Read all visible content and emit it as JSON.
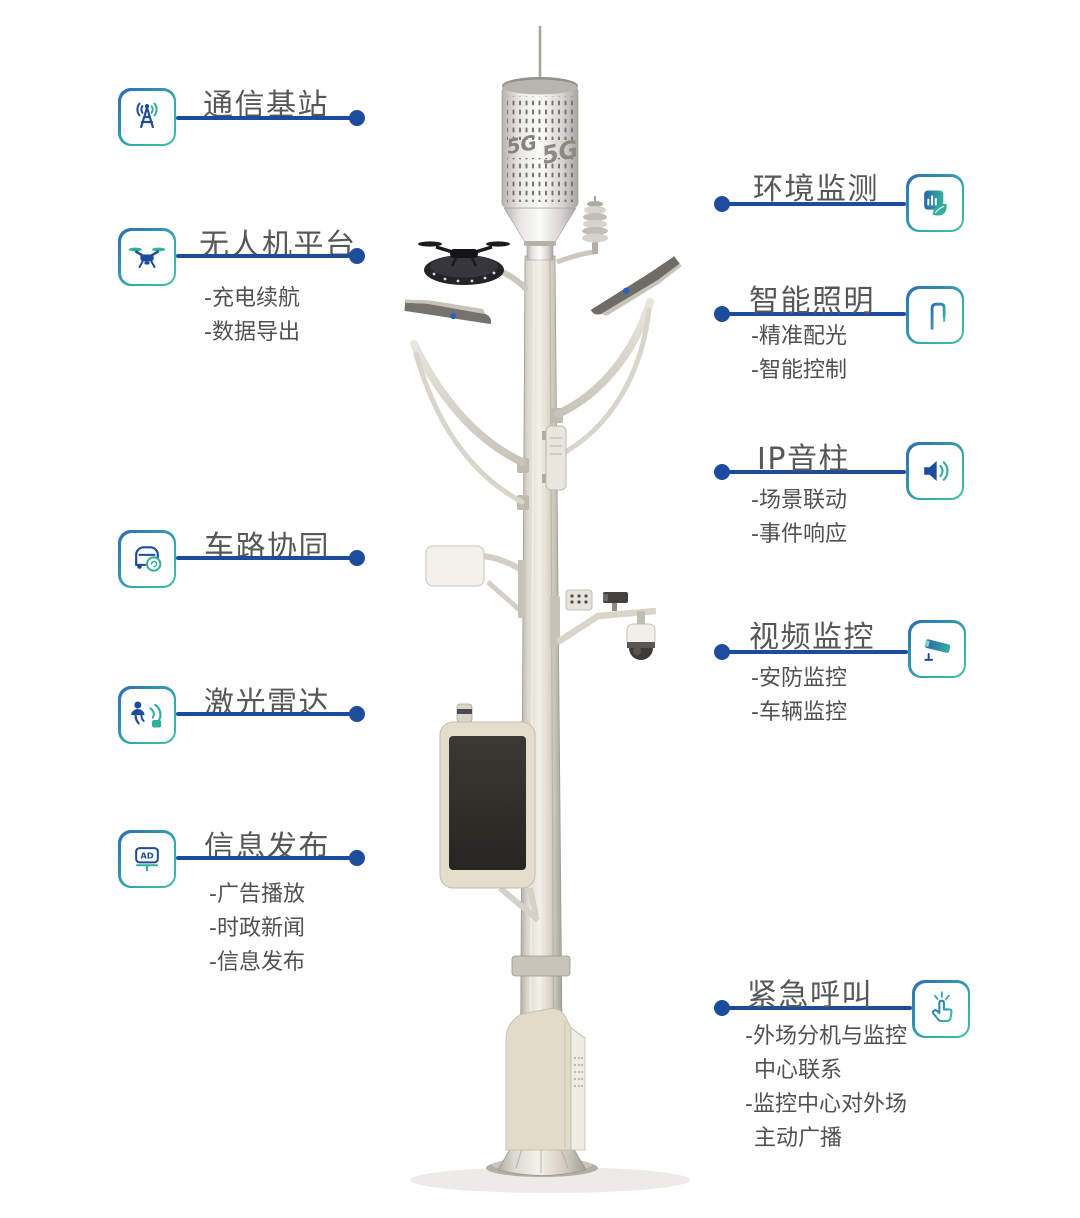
{
  "colors": {
    "connector_blue": "#1e4c9c",
    "icon_blue": "#1e4c9c",
    "icon_teal": "#2fae9b",
    "box_gradient_start": "#2e6cb5",
    "box_gradient_end": "#3ec0a5",
    "title_gray": "#57575a",
    "sub_gray": "#515154"
  },
  "pole": {
    "logo_5g": "5G"
  },
  "icons": {
    "ad_label": "AD"
  },
  "features": {
    "left": [
      {
        "title": "通信基站",
        "icon": "comm-base-station-icon",
        "subs": []
      },
      {
        "title": "无人机平台",
        "icon": "drone-icon",
        "subs": [
          "-充电续航",
          "-数据导出"
        ]
      },
      {
        "title": "车路协同",
        "icon": "vehicle-road-icon",
        "subs": []
      },
      {
        "title": "激光雷达",
        "icon": "lidar-icon",
        "subs": []
      },
      {
        "title": "信息发布",
        "icon": "info-release-icon",
        "subs": [
          "-广告播放",
          "-时政新闻",
          "-信息发布"
        ]
      }
    ],
    "right": [
      {
        "title": "环境监测",
        "icon": "env-monitor-icon",
        "subs": []
      },
      {
        "title": "智能照明",
        "icon": "smart-light-icon",
        "subs": [
          "-精准配光",
          "-智能控制"
        ]
      },
      {
        "title": "IP音柱",
        "icon": "ip-speaker-icon",
        "subs": [
          "-场景联动",
          "-事件响应"
        ]
      },
      {
        "title": "视频监控",
        "icon": "video-camera-icon",
        "subs": [
          "-安防监控",
          "-车辆监控"
        ]
      },
      {
        "title": "紧急呼叫",
        "icon": "emergency-call-icon",
        "subs": [
          "-外场分机与监控",
          "中心联系",
          "-监控中心对外场",
          "主动广播"
        ]
      }
    ]
  }
}
